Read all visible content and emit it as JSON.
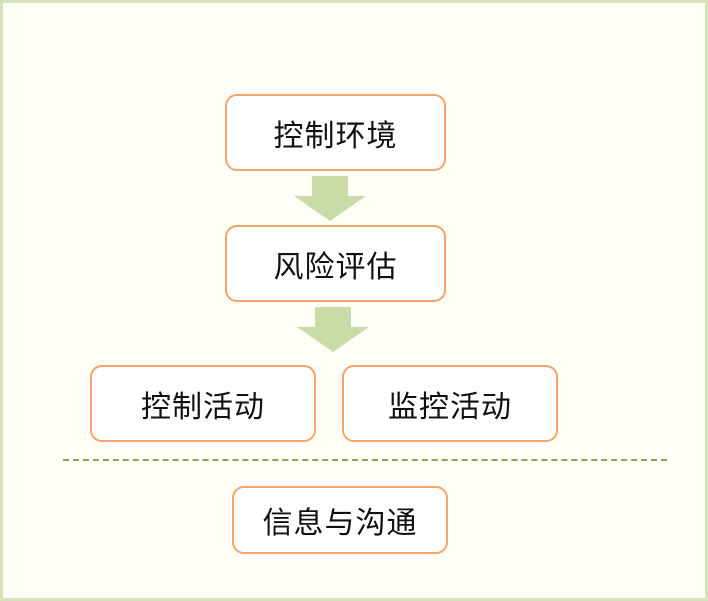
{
  "diagram": {
    "nodes": {
      "control_environment": "控制环境",
      "risk_assessment": "风险评估",
      "control_activities": "控制活动",
      "monitoring_activities": "监控活动",
      "information_communication": "信息与沟通"
    },
    "edges": [
      {
        "from": "control_environment",
        "to": "risk_assessment"
      },
      {
        "from": "risk_assessment",
        "to": "control_activities"
      },
      {
        "from": "risk_assessment",
        "to": "monitoring_activities"
      }
    ],
    "colors": {
      "box_border": "#f4a46a",
      "arrow_fill": "#c9dca8",
      "frame_border": "#d5e3bd",
      "divider": "#8aa74f"
    }
  }
}
